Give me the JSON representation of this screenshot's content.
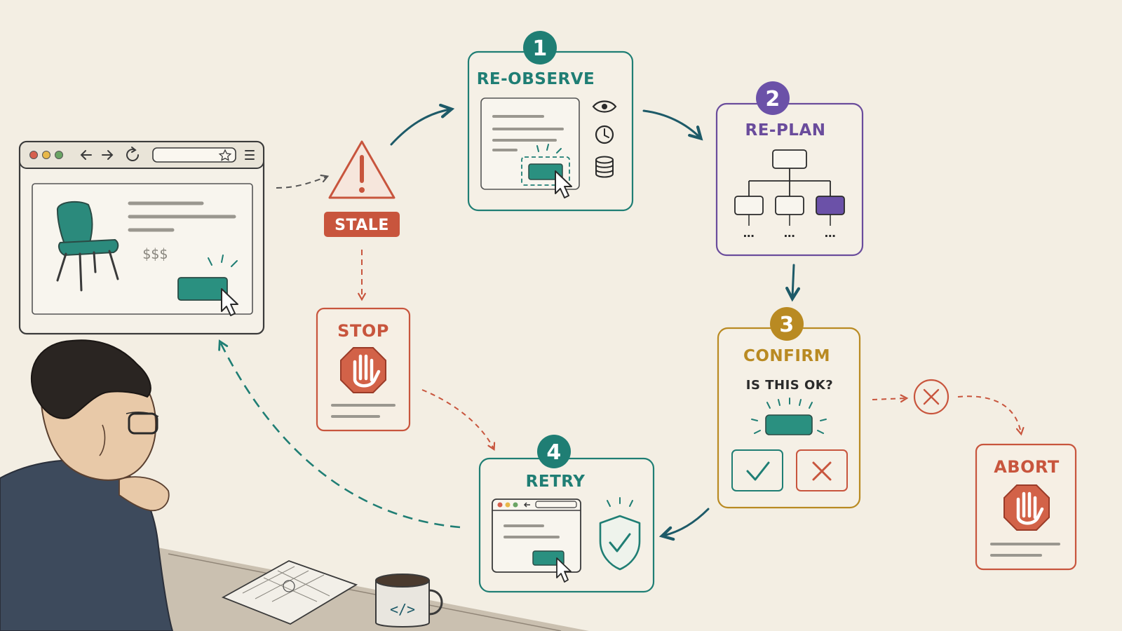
{
  "stale": {
    "label": "STALE"
  },
  "stop": {
    "label": "STOP"
  },
  "steps": [
    {
      "number": "1",
      "label": "RE-OBSERVE"
    },
    {
      "number": "2",
      "label": "RE-PLAN"
    },
    {
      "number": "3",
      "label": "CONFIRM",
      "question": "IS THIS OK?"
    },
    {
      "number": "4",
      "label": "RETRY"
    }
  ],
  "abort": {
    "label": "ABORT"
  },
  "product": {
    "price": "$$$"
  },
  "mug": {
    "code": "</>"
  },
  "colors": {
    "background": "#f3eee3",
    "teal": "#1f7e74",
    "teal_fill": "#2a9080",
    "purple": "#6a4c9c",
    "purple_fill": "#6b51a8",
    "gold": "#b98a22",
    "red": "#c8553d",
    "ink": "#3a3a3a",
    "arrow": "#1d5a68"
  },
  "icons": [
    "warning-icon",
    "stop-hand-icon",
    "eye-icon",
    "clock-icon",
    "database-icon",
    "cursor-icon",
    "shield-check-icon",
    "check-icon",
    "close-icon",
    "circle-x-icon",
    "chair-icon",
    "browser-window-icon"
  ]
}
